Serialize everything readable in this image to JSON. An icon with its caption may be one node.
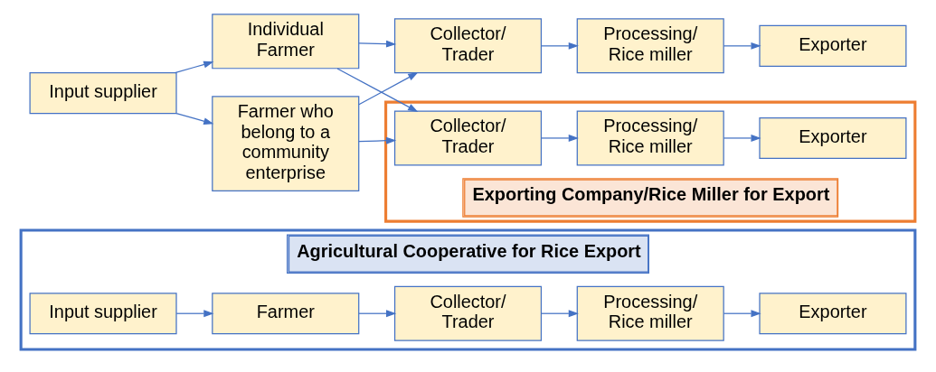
{
  "diagram": {
    "nodes": [
      {
        "text": [
          "Agricultural Cooperative for Rice Export"
        ]
      },
      {
        "text": [
          "Input supplier"
        ],
        "in": 0
      },
      {
        "text": [
          "Farmer"
        ],
        "in": 0
      },
      {
        "text": [
          "Collector/ Trader"
        ],
        "in": 0
      },
      {
        "text": [
          "Processing/ Rice miller"
        ],
        "in": 0
      },
      {
        "text": [
          "Exporter"
        ],
        "in": 0
      },
      {
        "text": [
          "Input supplier"
        ]
      },
      {
        "text": [
          "Individual Farmer"
        ]
      },
      {
        "text": [
          "Collector/ Trader"
        ]
      },
      {
        "text": [
          "Processing/ Rice miller"
        ]
      },
      {
        "text": [
          "Exporter"
        ]
      },
      {
        "text": [
          "Farmer who belong to a community enterprise"
        ]
      },
      {
        "text": [
          "Exporting Company/Rice Miller for Export"
        ]
      },
      {
        "text": [
          "Collector/ Trader"
        ],
        "in": 12
      },
      {
        "text": [
          "Processing/ Rice miller"
        ],
        "in": 12
      },
      {
        "text": [
          "Exporter"
        ],
        "in": 12
      }
    ],
    "edges": [
      {
        "from": 1,
        "to": 2,
        "arrow": "to"
      },
      {
        "from": 2,
        "to": 3,
        "arrow": "to"
      },
      {
        "from": 3,
        "to": 4,
        "arrow": "to"
      },
      {
        "from": 4,
        "to": 5,
        "arrow": "to"
      },
      {
        "from": 6,
        "to": 7,
        "arrow": "to"
      },
      {
        "from": 6,
        "to": 11,
        "arrow": "to"
      },
      {
        "from": 7,
        "to": 8,
        "arrow": "to"
      },
      {
        "from": 7,
        "to": 13,
        "arrow": "to"
      },
      {
        "from": 11,
        "to": 8,
        "arrow": "to"
      },
      {
        "from": 11,
        "to": 13,
        "arrow": "to"
      },
      {
        "from": 8,
        "to": 9,
        "arrow": "to"
      },
      {
        "from": 9,
        "to": 10,
        "arrow": "to"
      },
      {
        "from": 13,
        "to": 14,
        "arrow": "to"
      },
      {
        "from": 14,
        "to": 15,
        "arrow": "to"
      }
    ]
  }
}
